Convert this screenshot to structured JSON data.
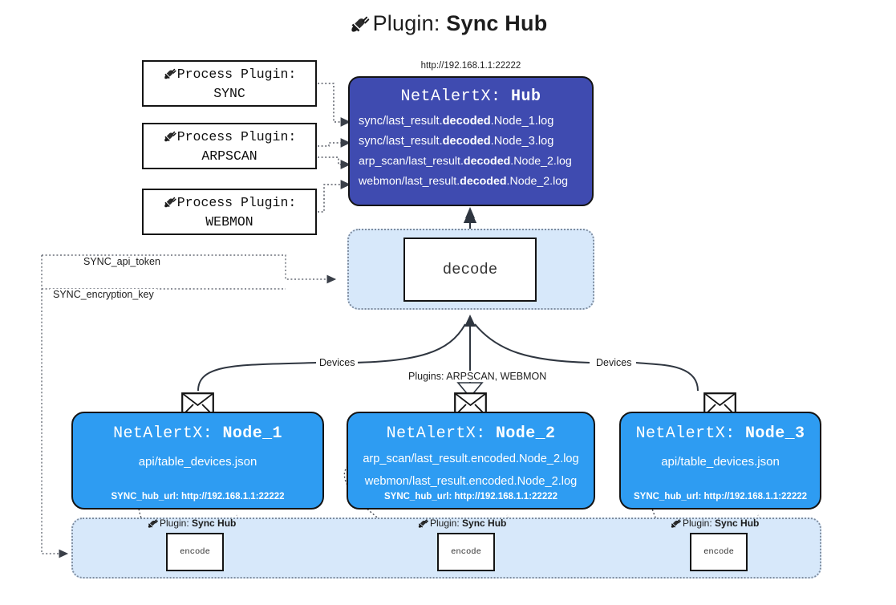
{
  "title": {
    "icon": "plug-icon",
    "prefix": "Plugin: ",
    "name": "Sync Hub"
  },
  "hub": {
    "url_caption": "http://192.168.1.1:22222",
    "title_prefix": "NetAlertX: ",
    "title_name": "Hub",
    "log_lines": [
      {
        "pre": "sync/last_result.",
        "bold": "decoded",
        "post": ".Node_1.log"
      },
      {
        "pre": "sync/last_result.",
        "bold": "decoded",
        "post": ".Node_3.log"
      },
      {
        "pre": "arp_scan/last_result.",
        "bold": "decoded",
        "post": ".Node_2.log"
      },
      {
        "pre": "webmon/last_result.",
        "bold": "decoded",
        "post": ".Node_2.log"
      }
    ],
    "fill_color": "#3f4bb0"
  },
  "process_plugins": [
    {
      "icon": "plug-icon",
      "line1": "Process Plugin:",
      "line2": "SYNC"
    },
    {
      "icon": "plug-icon",
      "line1": "Process Plugin:",
      "line2": "ARPSCAN"
    },
    {
      "icon": "plug-icon",
      "line1": "Process Plugin:",
      "line2": "WEBMON"
    }
  ],
  "decode": {
    "label": "decode",
    "container_color": "#d7e8fa"
  },
  "secrets": [
    {
      "label": "SYNC_api_token"
    },
    {
      "label": "SYNC_encryption_key"
    }
  ],
  "edge_labels": {
    "devices_left": "Devices",
    "devices_right": "Devices",
    "plugins_center": "Plugins: ARPSCAN, WEBMON"
  },
  "nodes": [
    {
      "icon": "envelope-icon",
      "title_prefix": "NetAlertX: ",
      "title_name": "Node_1",
      "lines": [
        "api/table_devices.json"
      ],
      "footer": "SYNC_hub_url: http://192.168.1.1:22222",
      "fill_color": "#2e9cf2"
    },
    {
      "icon": "envelope-icon",
      "title_prefix": "NetAlertX: ",
      "title_name": "Node_2",
      "lines": [
        "arp_scan/last_result.encoded.Node_2.log",
        "webmon/last_result.encoded.Node_2.log"
      ],
      "footer": "SYNC_hub_url: http://192.168.1.1:22222",
      "fill_color": "#2e9cf2"
    },
    {
      "icon": "envelope-icon",
      "title_prefix": "NetAlertX: ",
      "title_name": "Node_3",
      "lines": [
        "api/table_devices.json"
      ],
      "footer": "SYNC_hub_url: http://192.168.1.1:22222",
      "fill_color": "#2e9cf2"
    }
  ],
  "encoders": [
    {
      "caption_icon": "plug-icon",
      "caption_prefix": "Plugin: ",
      "caption_name": "Sync Hub",
      "label": "encode"
    },
    {
      "caption_icon": "plug-icon",
      "caption_prefix": "Plugin: ",
      "caption_name": "Sync Hub",
      "label": "encode"
    },
    {
      "caption_icon": "plug-icon",
      "caption_prefix": "Plugin: ",
      "caption_name": "Sync Hub",
      "label": "encode"
    }
  ]
}
